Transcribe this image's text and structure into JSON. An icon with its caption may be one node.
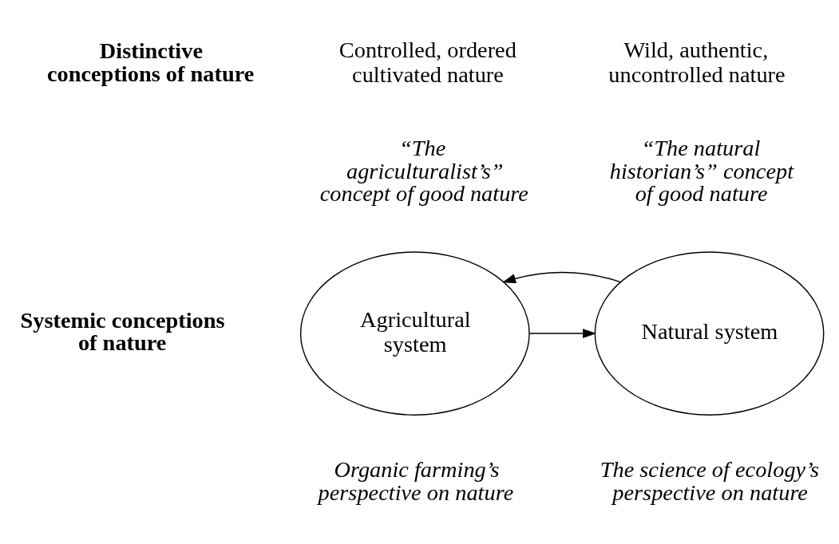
{
  "diagram": {
    "nodes": [
      {
        "text": [
          "Agricultural system"
        ],
        "beside": [
          "Organic farming’s perspective on nature"
        ]
      },
      {
        "text": [
          "Natural system"
        ],
        "beside": [
          "The science of ecology’s perspective on nature"
        ]
      }
    ],
    "edges": [
      {
        "from": 0,
        "to": 1,
        "arrow": "to"
      },
      {
        "from": 1,
        "to": 0,
        "arrow": "to"
      }
    ],
    "labels": [
      "Distinctive conceptions of nature",
      "Controlled, ordered cultivated nature",
      "Wild, authentic, uncontrolled nature",
      "“The agriculturalist’s” concept of good nature",
      "“The natural historian’s” concept of good nature",
      "Systemic conceptions of nature"
    ]
  }
}
